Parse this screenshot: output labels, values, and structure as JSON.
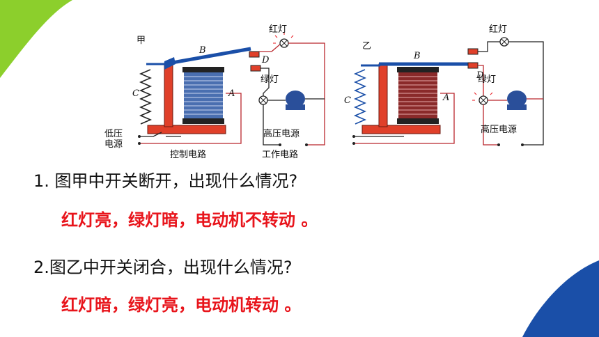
{
  "diagram_left": {
    "title": "甲",
    "label_b": "B",
    "label_c": "C",
    "label_a": "A",
    "label_d": "D",
    "red_lamp": "红灯",
    "green_lamp": "绿灯",
    "low_voltage_line1": "低压",
    "low_voltage_line2": "电源",
    "high_voltage": "高压电源",
    "control_circuit": "控制电路",
    "work_circuit": "工作电路"
  },
  "diagram_right": {
    "title": "乙",
    "label_b": "B",
    "label_c": "C",
    "label_a": "A",
    "label_d": "D",
    "red_lamp": "红灯",
    "green_lamp": "绿灯",
    "high_voltage": "高压电源"
  },
  "question1": "1. 图甲中开关断开，出现什么情况?",
  "answer1": "红灯亮，绿灯暗，电动机不转动 。",
  "question2": "2.图乙中开关闭合，出现什么情况?",
  "answer2": "红灯暗，绿灯亮，电动机转动 。",
  "colors": {
    "answer": "#e8141b",
    "corner_tl": "#8ccf2c",
    "corner_br": "#1a4fa8"
  }
}
